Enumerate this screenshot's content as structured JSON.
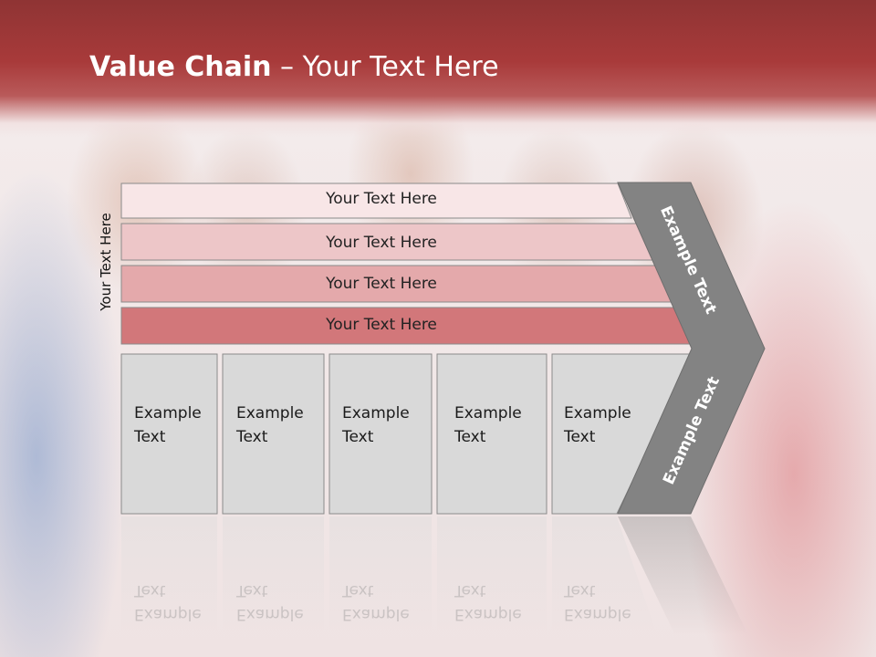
{
  "slide": {
    "title_bold": "Value Chain",
    "title_rest": " – Your Text Here",
    "side_label": "Your Text Here"
  },
  "rows": [
    {
      "label": "Your Text Here",
      "color": "#f8e6e7"
    },
    {
      "label": "Your Text Here",
      "color": "#edc6c8"
    },
    {
      "label": "Your Text Here",
      "color": "#e4a9ab"
    },
    {
      "label": "Your Text Here",
      "color": "#d2777a"
    }
  ],
  "boxes": [
    {
      "line1": "Example",
      "line2": "Text"
    },
    {
      "line1": "Example",
      "line2": "Text"
    },
    {
      "line1": "Example",
      "line2": "Text"
    },
    {
      "line1": "Example",
      "line2": "Text"
    },
    {
      "line1": "Example",
      "line2": "Text"
    }
  ],
  "arrow": {
    "upper_label": "Example Text",
    "lower_label": "Example Text",
    "color": "#838383"
  },
  "colors": {
    "header": "#a83a3a",
    "box_fill": "#d9d9d9"
  }
}
